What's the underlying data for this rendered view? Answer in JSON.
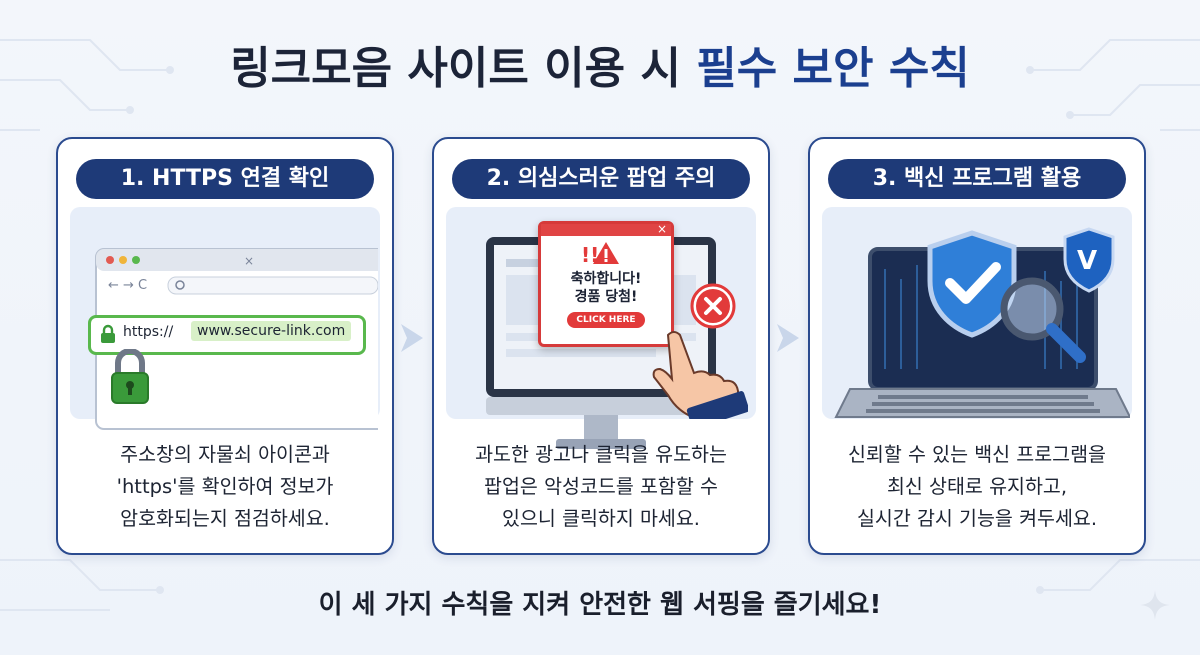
{
  "title": {
    "prefix": "링크모음 사이트 이용 시 ",
    "accent": "필수 보안 수칙"
  },
  "cards": [
    {
      "badge": "1. HTTPS 연결 확인",
      "url_scheme": "https://",
      "url_host": "www.secure-link.com",
      "text_lines": [
        "주소창의 자물쇠 아이콘과",
        "'https'를 확인하여 정보가",
        "암호화되는지 점검하세요."
      ]
    },
    {
      "badge": "2. 의심스러운 팝업 주의",
      "popup_line1": "축하합니다!",
      "popup_line2": "경품 당첨!",
      "popup_button": "CLICK HERE",
      "popup_marks": "! !",
      "text_lines": [
        "과도한 광고나 클릭을 유도하는",
        "팝업은 악성코드를 포함할 수",
        "있으니 클릭하지 마세요."
      ]
    },
    {
      "badge": "3. 백신 프로그램 활용",
      "shield_letter": "V",
      "text_lines": [
        "신뢰할 수 있는 백신 프로그램을",
        "최신 상태로 유지하고,",
        "실시간 감시 기능을 켜두세요."
      ]
    }
  ],
  "footer": "이 세 가지 수칙을 지켜 안전한 웹 서핑을 즐기세요!",
  "colors": {
    "navy": "#1e3a78",
    "accent_blue": "#1b3f8f",
    "green": "#3a9a3a",
    "red": "#e23a3a"
  },
  "icons": [
    "lock-icon",
    "warning-icon",
    "close-circle-icon",
    "hand-cursor-icon",
    "shield-check-icon",
    "magnifier-icon",
    "shield-v-icon",
    "sparkle-icon",
    "arrow-right-icon"
  ]
}
